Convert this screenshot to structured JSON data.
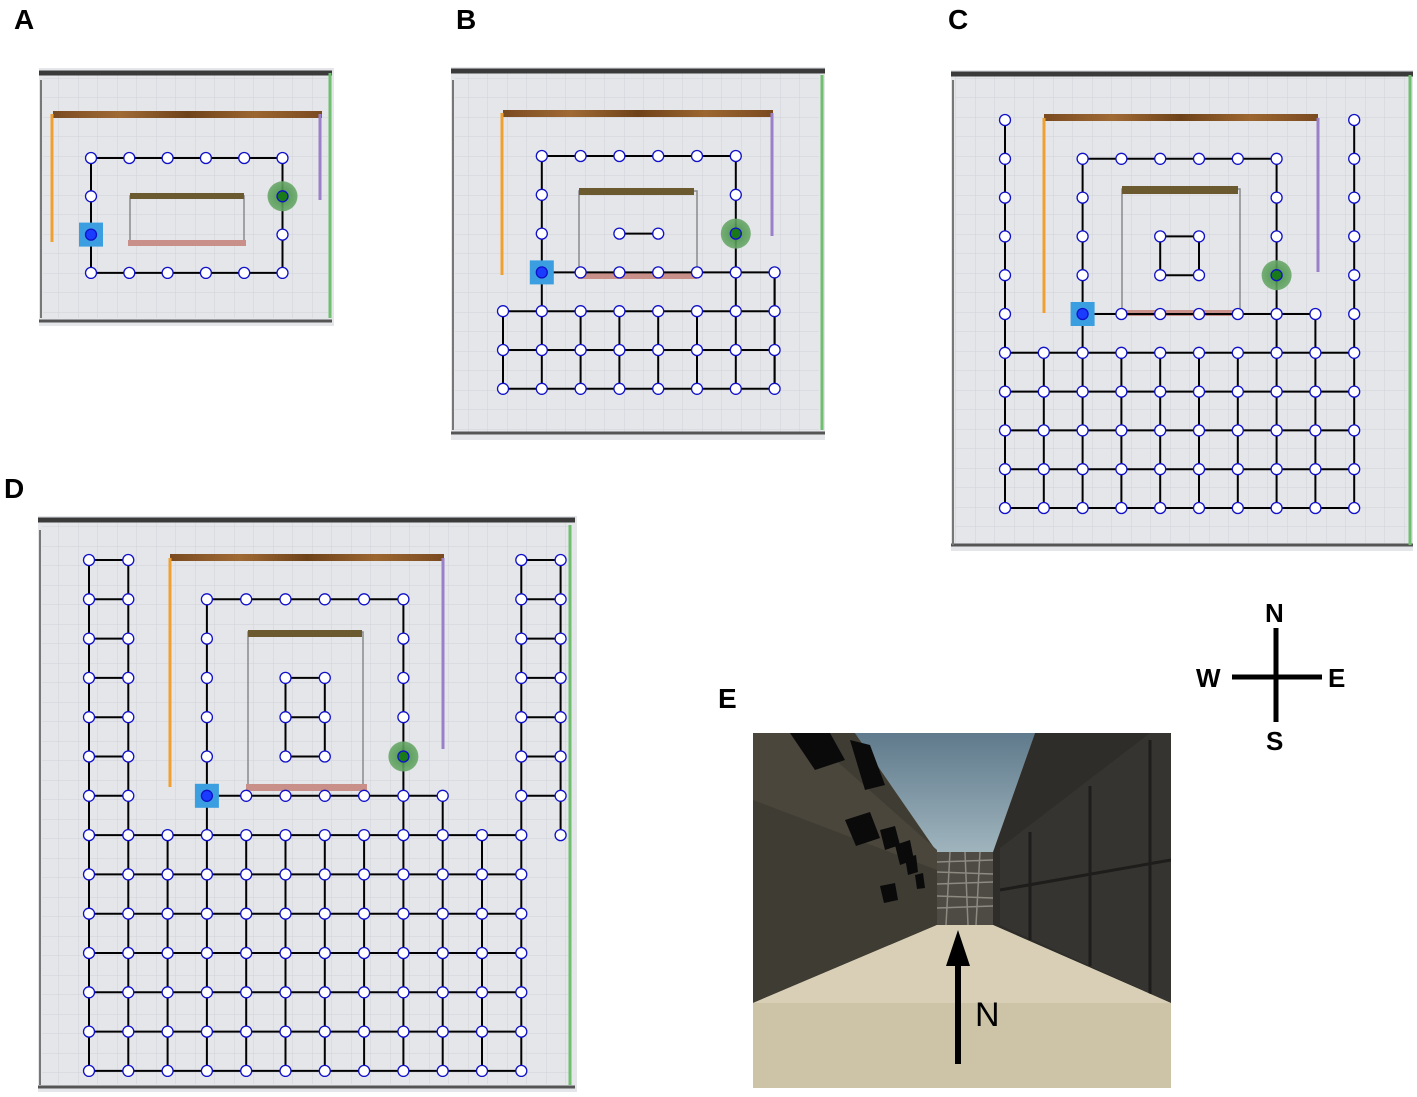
{
  "panels": {
    "A": {
      "label": "A"
    },
    "B": {
      "label": "B"
    },
    "C": {
      "label": "C"
    },
    "D": {
      "label": "D"
    },
    "E": {
      "label": "E"
    }
  },
  "compass": {
    "north": "N",
    "south": "S",
    "east": "E",
    "west": "W"
  },
  "view": {
    "arrow_label": "N"
  },
  "colors": {
    "wall_north": "#3a3a3a",
    "wall_east": "#6fbf6f",
    "wood": "#8a5a2b",
    "orange": "#f0a030",
    "purple": "#9a80c8",
    "pink": "#c89088",
    "edge": "#000000",
    "node_stroke": "#1010c8",
    "start": "#1a3cff",
    "start_square": "#3a9ee0",
    "goal": "#1a7a1a",
    "goal_halo": "#4a9a4a",
    "floor": "#e4e6ea",
    "grid": "#cfd3d8"
  }
}
